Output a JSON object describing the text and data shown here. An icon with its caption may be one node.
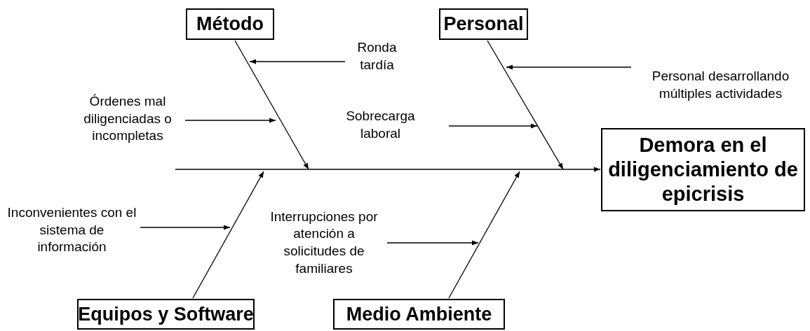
{
  "diagram": {
    "nodes": [
      {
        "text": [
          "Método"
        ]
      },
      {
        "text": [
          "Personal"
        ]
      },
      {
        "text": [
          "Ronda tardía"
        ]
      },
      {
        "text": [
          "Personal desarrollando múltiples actividades"
        ]
      },
      {
        "text": [
          "Órdenes mal diligenciadas o incompletas"
        ]
      },
      {
        "text": [
          "Sobrecarga laboral"
        ]
      },
      {
        "text": [
          "Demora en el diligenciamiento de epicrisis"
        ]
      },
      {
        "text": [
          "Inconvenientes con el sistema de información"
        ]
      },
      {
        "text": [
          "Interrupciones por atención a solicitudes de familiares"
        ]
      },
      {
        "text": [
          "Equipos y Software"
        ]
      },
      {
        "text": [
          "Medio Ambiente"
        ]
      }
    ],
    "edges": [
      {
        "from": 0,
        "to": null,
        "arrow": "to"
      },
      {
        "from": 1,
        "to": null,
        "arrow": "to"
      },
      {
        "from": 2,
        "to": null,
        "arrow": "to"
      },
      {
        "from": 3,
        "to": null,
        "arrow": "to"
      },
      {
        "from": 4,
        "to": null,
        "arrow": "to"
      },
      {
        "from": 5,
        "to": null,
        "arrow": "to"
      },
      {
        "from": 7,
        "to": null,
        "arrow": "to"
      },
      {
        "from": 8,
        "to": null,
        "arrow": "to"
      },
      {
        "from": 9,
        "to": null,
        "arrow": "to"
      },
      {
        "from": 10,
        "to": null,
        "arrow": "to"
      },
      {
        "from": null,
        "to": 6,
        "arrow": "to"
      }
    ]
  }
}
